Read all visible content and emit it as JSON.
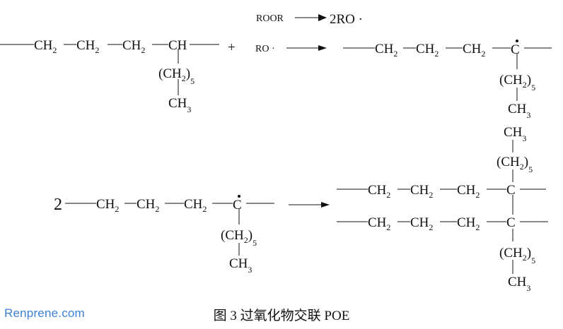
{
  "reaction1": {
    "initiator": "ROOR",
    "initiator_product": "2RO ·",
    "plus": "+",
    "radical": "RO ·"
  },
  "groups": {
    "ch2": "CH",
    "sub2": "2",
    "ch": "CH",
    "c": "C",
    "ch3": "CH",
    "sub3": "3",
    "side_open": "(CH",
    "side_close": ")",
    "sub5": "5"
  },
  "reaction2": {
    "coefficient": "2"
  },
  "watermark": "Renprene.com",
  "caption": "图 3  过氧化物交联 POE",
  "colors": {
    "ink": "#111111",
    "watermark": "#3d7fd1",
    "background": "#ffffff"
  }
}
